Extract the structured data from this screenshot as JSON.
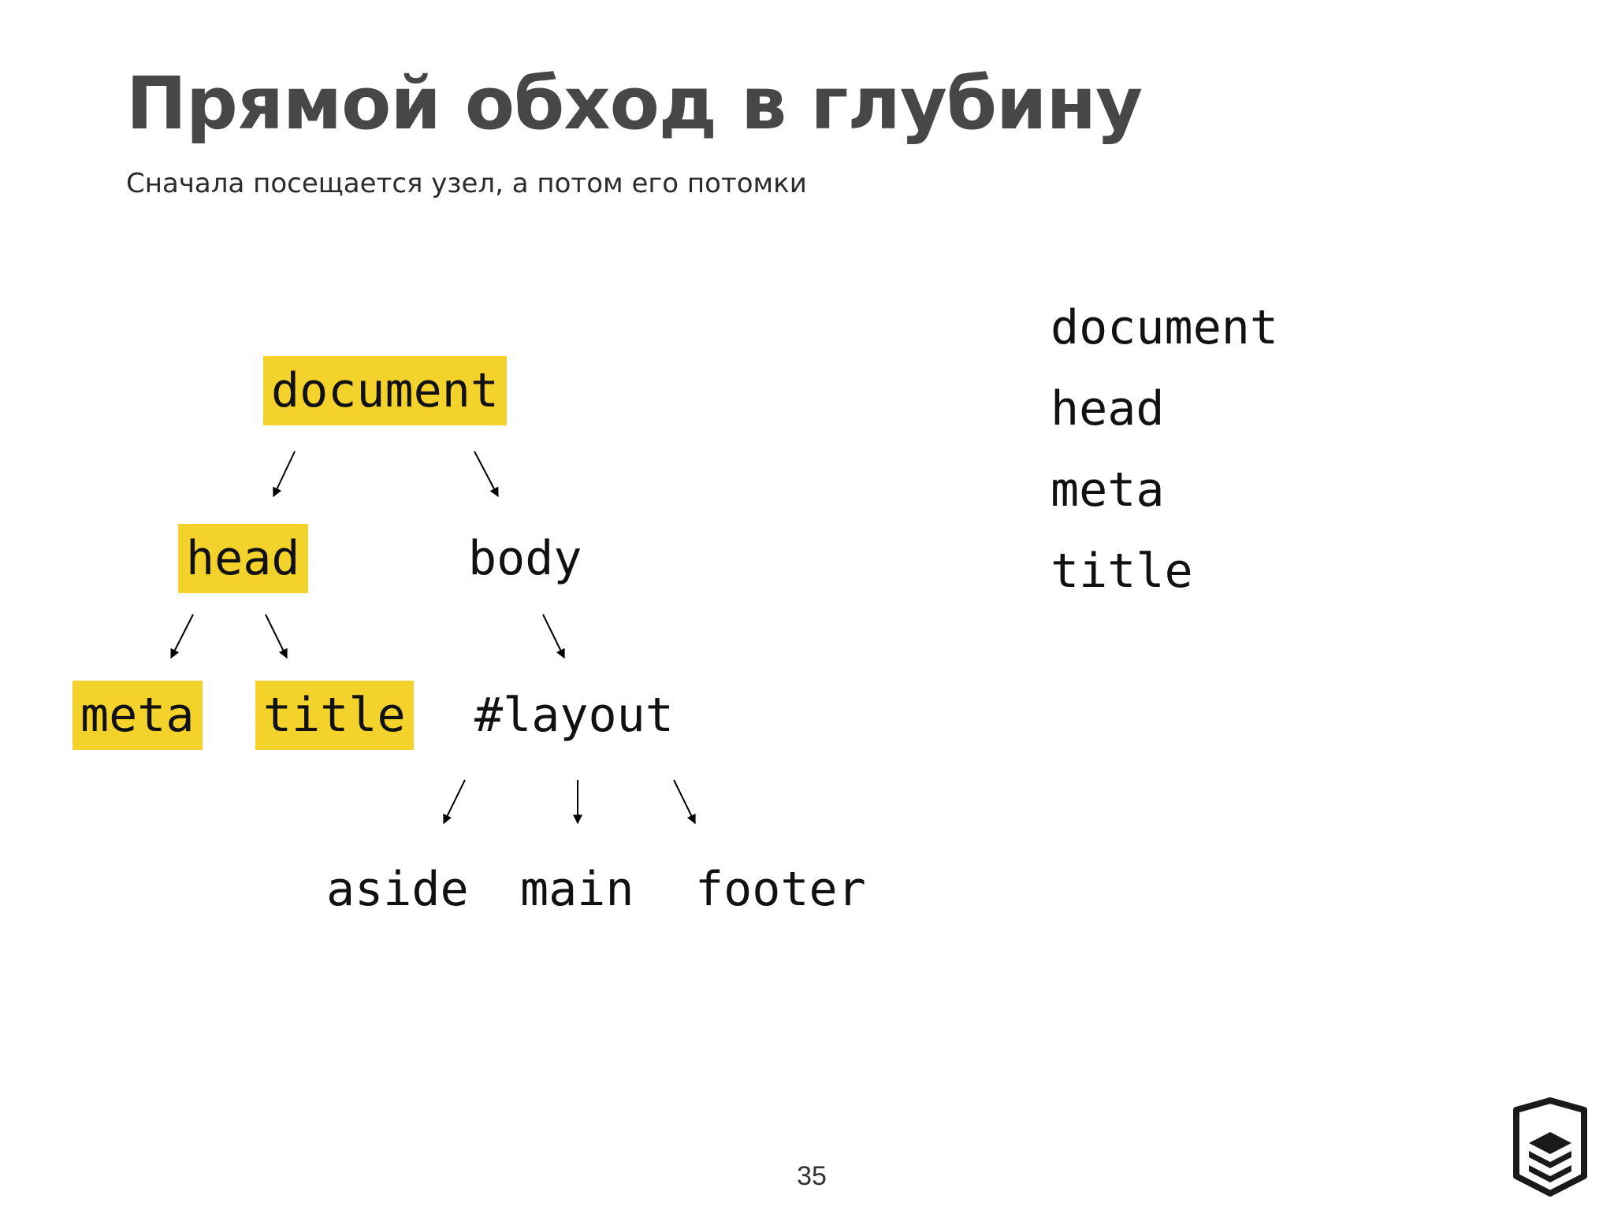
{
  "slide": {
    "title": "Прямой обход в глубину",
    "subtitle": "Сначала посещается узел, а потом его потомки",
    "page_number": "35",
    "logo_icon": "shield-logo-icon"
  },
  "colors": {
    "highlight": "#f3d22b",
    "title": "#474747",
    "text": "#111111"
  },
  "tree": {
    "nodes": {
      "document": {
        "label": "document",
        "visited": true
      },
      "head": {
        "label": "head",
        "visited": true
      },
      "body": {
        "label": "body",
        "visited": false
      },
      "meta": {
        "label": "meta",
        "visited": true
      },
      "title": {
        "label": "title",
        "visited": true
      },
      "layout": {
        "label": "#layout",
        "visited": false
      },
      "aside": {
        "label": "aside",
        "visited": false
      },
      "main": {
        "label": "main",
        "visited": false
      },
      "footer": {
        "label": "footer",
        "visited": false
      }
    },
    "edges": [
      {
        "from": "document",
        "to": "head"
      },
      {
        "from": "document",
        "to": "body"
      },
      {
        "from": "head",
        "to": "meta"
      },
      {
        "from": "head",
        "to": "title"
      },
      {
        "from": "body",
        "to": "layout"
      },
      {
        "from": "layout",
        "to": "aside"
      },
      {
        "from": "layout",
        "to": "main"
      },
      {
        "from": "layout",
        "to": "footer"
      }
    ]
  },
  "visit_order": [
    "document",
    "head",
    "meta",
    "title"
  ]
}
